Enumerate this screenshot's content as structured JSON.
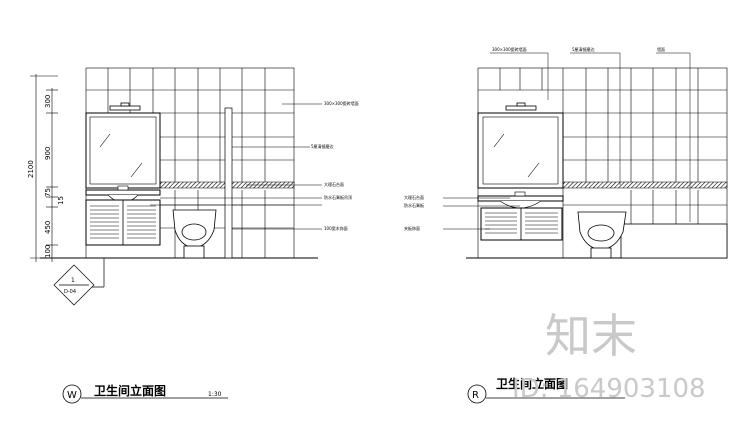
{
  "left_elevation": {
    "title": "卫生间立面图",
    "circle_letter": "W",
    "scale": "1:30",
    "dimensions": [
      "300",
      "900",
      "75",
      "15",
      "450",
      "100"
    ],
    "overall_dimension": "2100",
    "annotations": [
      "300×300瓷砖墙面",
      "5厘清镜磨边",
      "大理石台面",
      "防水石膏板吊顶",
      "100宽木饰面"
    ],
    "section_marker": {
      "top": "1",
      "bottom": "D-04"
    }
  },
  "right_elevation": {
    "title": "卫生间立面图",
    "circle_letter": "R",
    "top_annotations": [
      "300×300瓷砖墙面",
      "5厘清镜磨边",
      "墙面"
    ],
    "left_annotations": [
      "大理石台面",
      "防水石膏板",
      "夹板饰面"
    ]
  },
  "watermark": {
    "logo_text": "知末",
    "id_text": "ID: 164903108"
  }
}
